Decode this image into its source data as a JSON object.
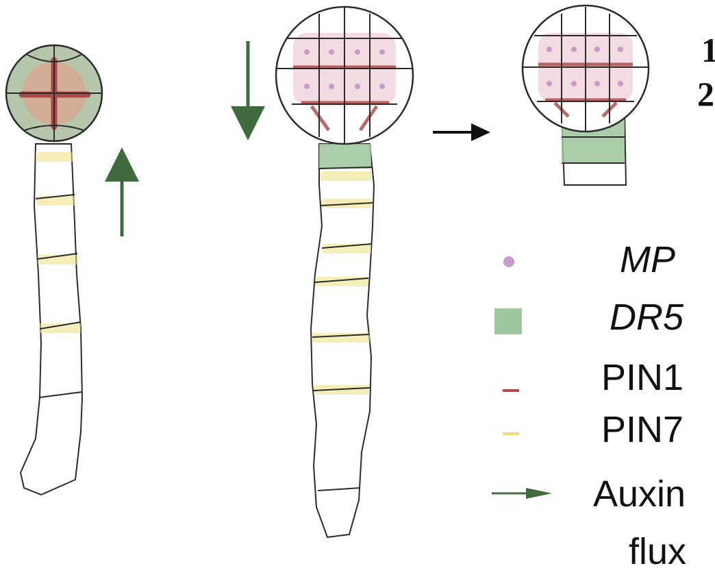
{
  "figure_labels": [
    "1",
    "2"
  ],
  "legend": {
    "items": [
      {
        "label": "MP",
        "italic": true,
        "marker": "dot",
        "color": "#c99ac9"
      },
      {
        "label": "DR5",
        "italic": true,
        "marker": "square",
        "color": "#9fc79f"
      },
      {
        "label": "PIN1",
        "italic": false,
        "marker": "dash",
        "color": "#b04848"
      },
      {
        "label": "PIN7",
        "italic": false,
        "marker": "dash",
        "color": "#ecdc7c"
      },
      {
        "label": "Auxin",
        "italic": false,
        "marker": "green-arrow",
        "color": "#3f6b3f"
      }
    ],
    "auxin_line2": "flux"
  },
  "colors": {
    "outline": "#2a2a2a",
    "dr5_green": "#9cc49a",
    "pin1_red": "#a23a3a",
    "pin7_yellow": "#efe07e",
    "mp_pink": "#c99ac9",
    "proembryo_fill": "#d7c0b0",
    "auxin_green": "#3f6b3f"
  },
  "icons": [
    "green-up-arrow",
    "green-down-arrow",
    "black-right-arrow"
  ]
}
